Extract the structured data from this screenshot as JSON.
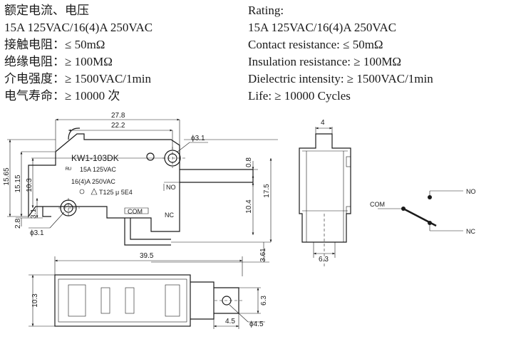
{
  "specs_cn": [
    "额定电流、电压",
    "15A 125VAC/16(4)A 250VAC",
    "接触电阻：≤ 50mΩ",
    "绝缘电阻：≥ 100MΩ",
    "介电强度：≥ 1500VAC/1min",
    "电气寿命：≥ 10000 次"
  ],
  "specs_en": [
    "Rating:",
    "15A 125VAC/16(4)A 250VAC",
    "Contact resistance: ≤ 50mΩ",
    "Insulation resistance: ≥ 100MΩ",
    "Dielectric intensity: ≥ 1500VAC/1min",
    "Life: ≥ 10000 Cycles"
  ],
  "front_view": {
    "model": "KW1-103DK",
    "rating_1": "15A 125VAC",
    "rating_2": "16(4)A 250VAC",
    "rating_3": "T125 μ 5E4",
    "terminal_no": "NO",
    "terminal_com": "COM",
    "terminal_nc": "NC",
    "dims": {
      "width_overall": "27.8",
      "width_inner": "22.2",
      "hole_dia_top": "ϕ3.1",
      "hole_dia_bottom": "ϕ3.1",
      "height_total": "15.65",
      "height_body": "15.15",
      "height_mid": "10.3",
      "offset_3_1": "3.1",
      "offset_2_8": "2.8",
      "gap_0_8": "0.8",
      "spacing_10_4": "10.4",
      "height_17_5": "17.5",
      "bottom_3_61": "3.61"
    }
  },
  "side_view": {
    "dims": {
      "top_width": "4",
      "bottom_width": "6.3"
    }
  },
  "bottom_view": {
    "dims": {
      "length": "39.5",
      "height": "10.3",
      "tab_height": "6.3",
      "tab_width": "4.5",
      "hole_dia": "ϕ4.5"
    }
  },
  "schematic": {
    "com": "COM",
    "no": "NO",
    "nc": "NC"
  }
}
